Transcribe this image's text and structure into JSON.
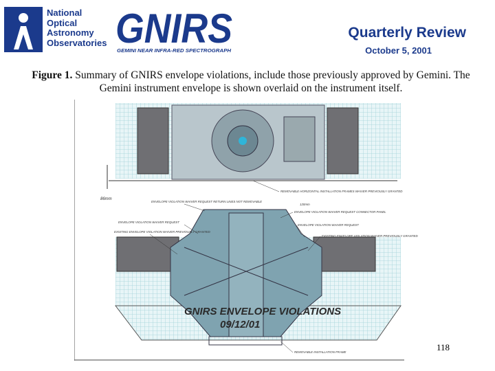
{
  "header": {
    "org_lines": [
      "National",
      "Optical",
      "Astronomy",
      "Observatories"
    ],
    "logo_wordmark": "GNIRS",
    "logo_subtitle": "GEMINI NEAR INFRA-RED SPECTROGRAPH",
    "title": "Quarterly Review",
    "date": "October 5, 2001"
  },
  "caption": {
    "label": "Figure 1.",
    "text": " Summary of GNIRS envelope violations, include those previously approved by Gemini. The Gemini instrument envelope is shown overlaid on the instrument itself."
  },
  "figure": {
    "banner_line1": "GNIRS ENVELOPE VIOLATIONS",
    "banner_line2": "09/12/01",
    "dimension_label": "86mm",
    "annotations": [
      "REMOVABLE HORIZONTAL INSTALLATION FRAMES WAIVER PREVIOUSLY GRANTED",
      "ENVELOPE VIOLATION WAIVER REQUEST RETURN LINES NOT REMOVABLE",
      "120mm",
      "ENVELOPE VIOLATION WAIVER REQUEST CONNECTOR PANEL",
      "ENVELOPE VIOLATION WAIVER REQUEST",
      "ENVELOPE VIOLATION WAIVER REQUEST",
      "EXISTING ENVELOPE VIOLATION WAIVER PREVIOUSLY GRANTED",
      "EXISTING ENVELOPE VIOLATION WAIVER PREVIOUSLY GRANTED",
      "REMOVABLE INSTALLATION FRAME"
    ]
  },
  "page_number": "118",
  "colors": {
    "brand_blue": "#1b3a8c",
    "grid": "#9fd0d8",
    "panel_gray": "#6f6f73",
    "steel": "#7fa3b0"
  }
}
